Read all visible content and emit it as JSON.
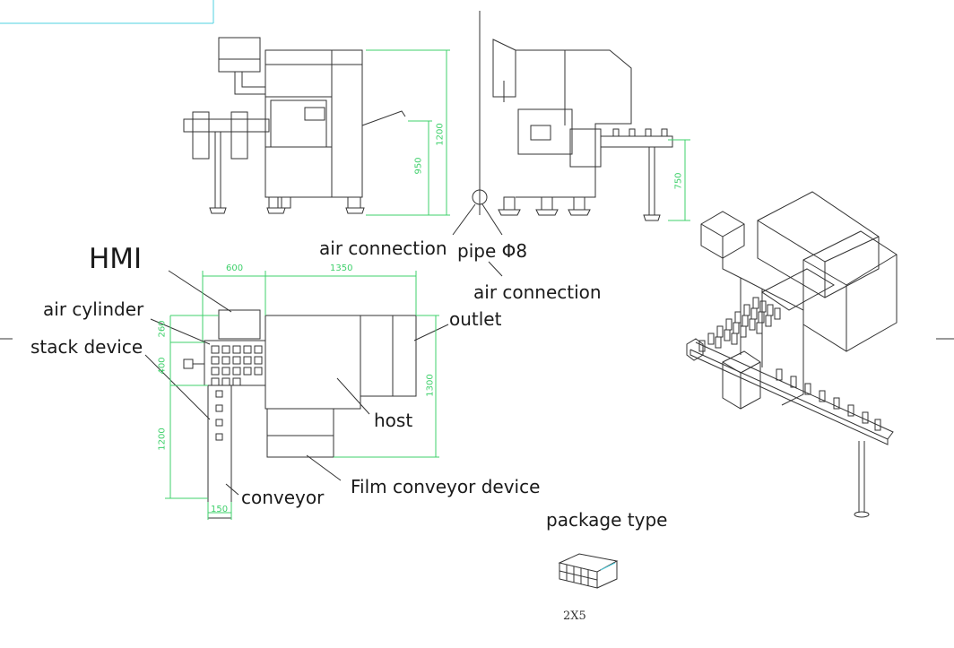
{
  "labels": {
    "hmi": "HMI",
    "air_cylinder": "air cylinder",
    "stack_device": "stack device",
    "air_connection_1": "air connection",
    "pipe": "pipe Φ8",
    "air_connection_2": "air connection",
    "outlet": "outlet",
    "host": "host",
    "conveyor": "conveyor",
    "film_conveyor": "Film conveyor device",
    "package_type": "package type",
    "package_code": "2X5"
  },
  "dimensions": {
    "d600": "600",
    "d1350": "1350",
    "d260": "260",
    "d400": "400",
    "d1200_left": "1200",
    "d150": "150",
    "d1300": "1300",
    "d950": "950",
    "d1200_front": "1200",
    "d750": "750"
  },
  "colors": {
    "line": "#333333",
    "dimension": "#3fd06b",
    "accent": "#4fd0e0"
  }
}
